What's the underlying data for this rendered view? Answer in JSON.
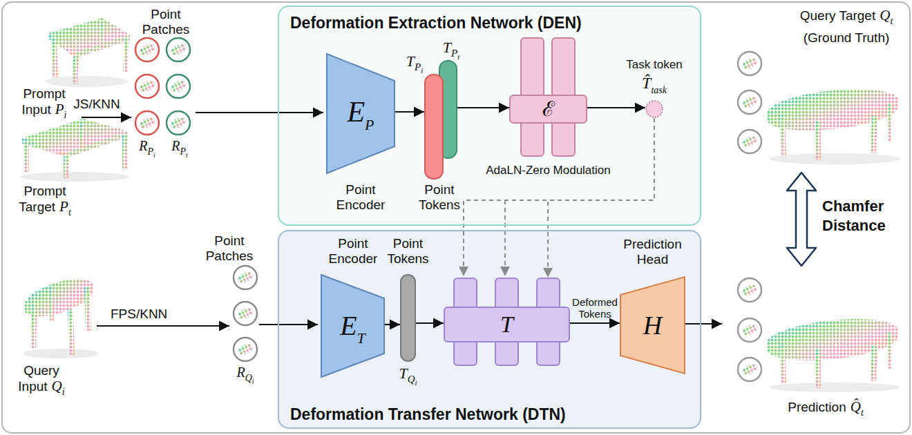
{
  "diagram": {
    "nodes": [
      {
        "text": [
          "Deformation Extraction Network (DEN)"
        ]
      },
      {
        "text": [
          "E",
          "P",
          "Point Encoder"
        ],
        "in": 0
      },
      {
        "text": [
          "T",
          "P",
          "i"
        ],
        "in": 0
      },
      {
        "text": [
          "T",
          "P",
          "t"
        ],
        "in": 0
      },
      {
        "text": [
          "ℰ",
          "AdaLN-Zero Modulation"
        ],
        "in": 0
      },
      {
        "text": [
          "Task token",
          "T̂",
          "task"
        ],
        "in": 0
      },
      {
        "text": [
          "Deformation Transfer Network (DTN)"
        ]
      },
      {
        "text": [
          "Point Encoder",
          "E",
          "T"
        ],
        "in": 6
      },
      {
        "text": [
          "Point Tokens",
          "T",
          "Q",
          "i"
        ],
        "in": 6
      },
      {
        "text": [
          "T"
        ],
        "in": 6
      },
      {
        "text": [
          "Prediction Head",
          "H"
        ],
        "in": 6
      }
    ],
    "edges": [
      {
        "from": 1,
        "to": 2,
        "arrow": "to"
      },
      {
        "from": 3,
        "to": 4,
        "arrow": "to"
      },
      {
        "from": 4,
        "to": 5,
        "arrow": "to"
      },
      {
        "from": 5,
        "to": 9,
        "arrow": "to"
      },
      {
        "from": 7,
        "to": 8,
        "arrow": "to"
      },
      {
        "from": 8,
        "to": 9,
        "arrow": "to"
      },
      {
        "from": 9,
        "to": 10,
        "label": "Deformed Tokens",
        "arrow": "to"
      }
    ],
    "labels": [
      "Point Patches",
      "JS/KNN",
      "Prompt Input",
      "P",
      "i",
      "Prompt Target",
      "P",
      "t",
      "R",
      "P",
      "i",
      "R",
      "P",
      "t",
      "Point Patches",
      "FPS/KNN",
      "Query Input",
      "Q",
      "i",
      "R",
      "Q",
      "i",
      "Point Tokens",
      "Query Target",
      "Q",
      "t",
      "(Ground Truth)",
      "Chamfer Distance",
      "Prediction",
      "Q̂",
      "t"
    ]
  }
}
